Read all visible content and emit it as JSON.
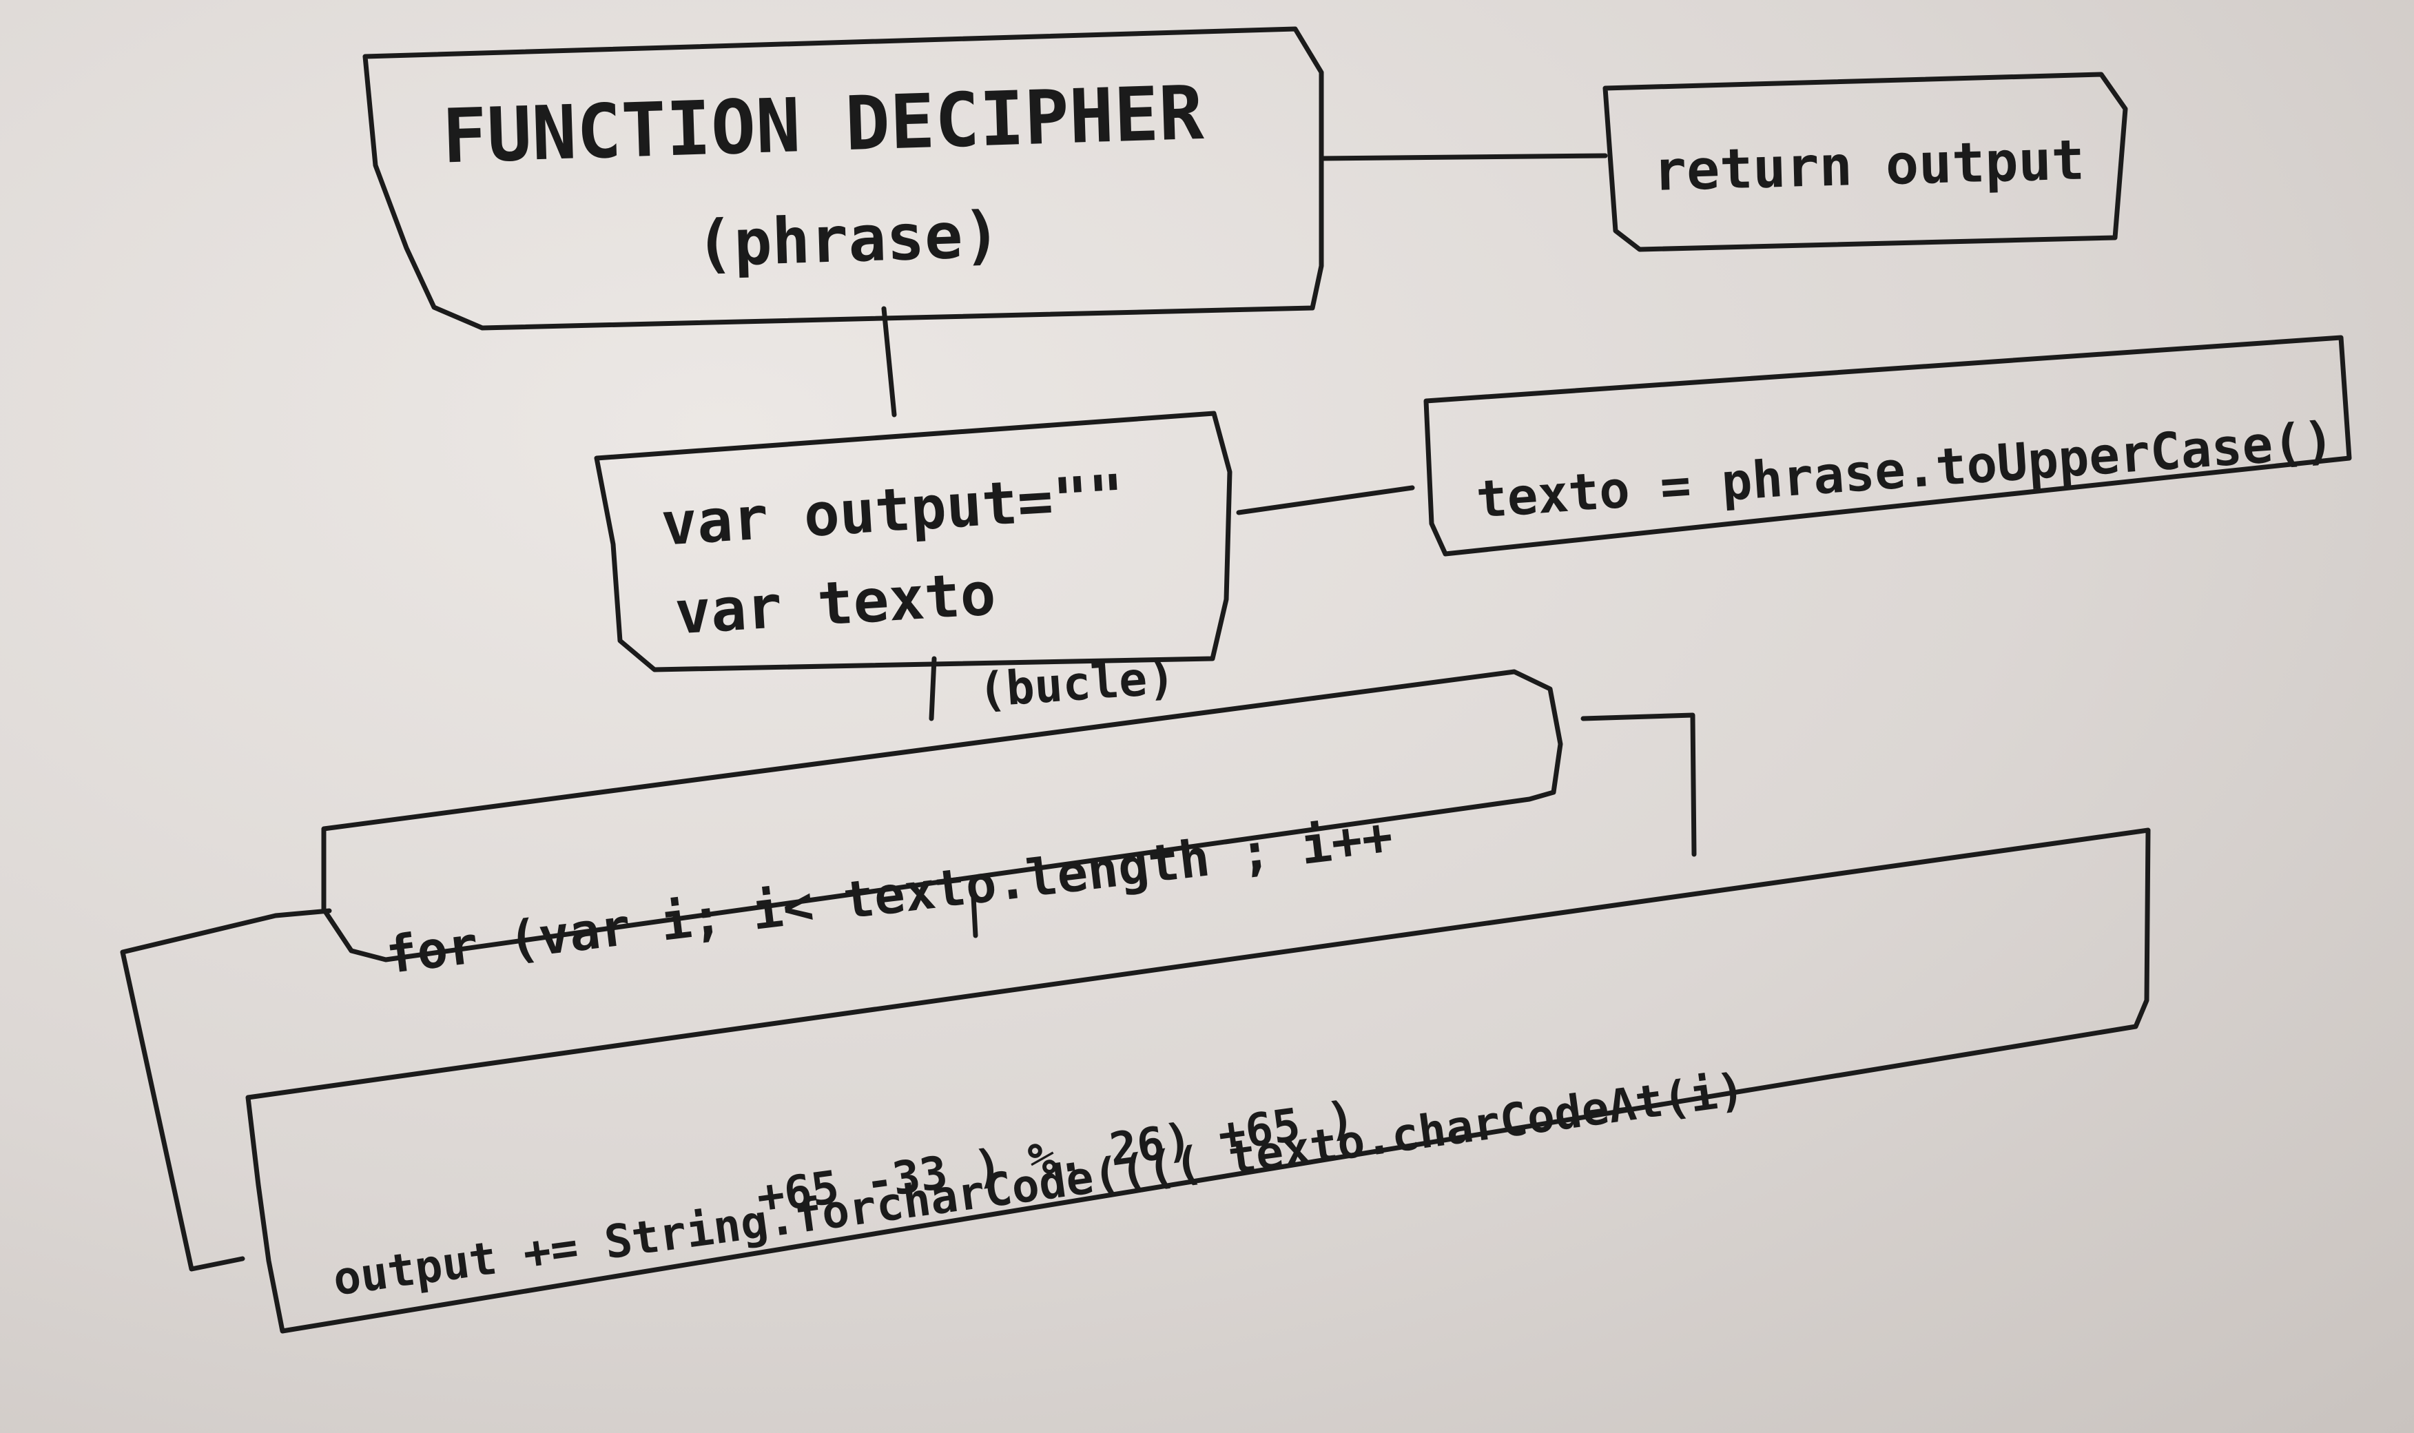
{
  "nodes": {
    "function_box": {
      "line1": "FUNCTION DECIPHER",
      "line2": "(phrase)"
    },
    "return_box": {
      "text": "return output"
    },
    "var_box": {
      "line1": "var output=\"\"",
      "line2": "var texto"
    },
    "texto_box": {
      "text": "texto = phrase.toUpperCase()"
    },
    "loop_label": {
      "text": "(bucle)"
    },
    "for_box": {
      "text": "for (var i; i< texto.length ; i++"
    },
    "output_box": {
      "line1": "output += String.forcharCode(((( texto.charCodeAt(i)",
      "line2": "+65 -33 ) %. 26) +65 )"
    }
  }
}
